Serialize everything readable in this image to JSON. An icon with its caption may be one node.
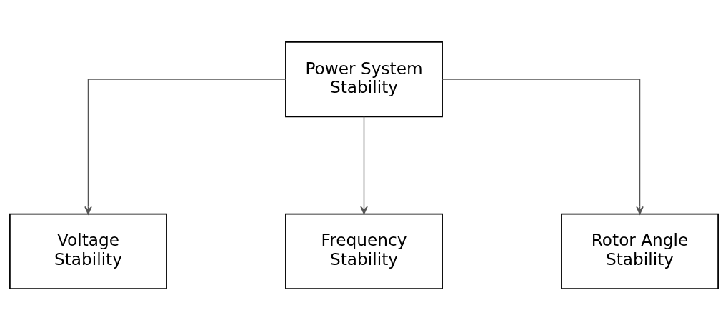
{
  "diagram": {
    "nodes": [
      {
        "text": [
          "Power System Stability"
        ]
      },
      {
        "text": [
          "Voltage Stability"
        ]
      },
      {
        "text": [
          "Frequency Stability"
        ]
      },
      {
        "text": [
          "Rotor Angle Stability"
        ]
      }
    ],
    "edges": [
      {
        "from": 0,
        "to": 1,
        "arrow": "to"
      },
      {
        "from": 0,
        "to": 2,
        "arrow": "to"
      },
      {
        "from": 0,
        "to": 3,
        "arrow": "to"
      }
    ]
  }
}
